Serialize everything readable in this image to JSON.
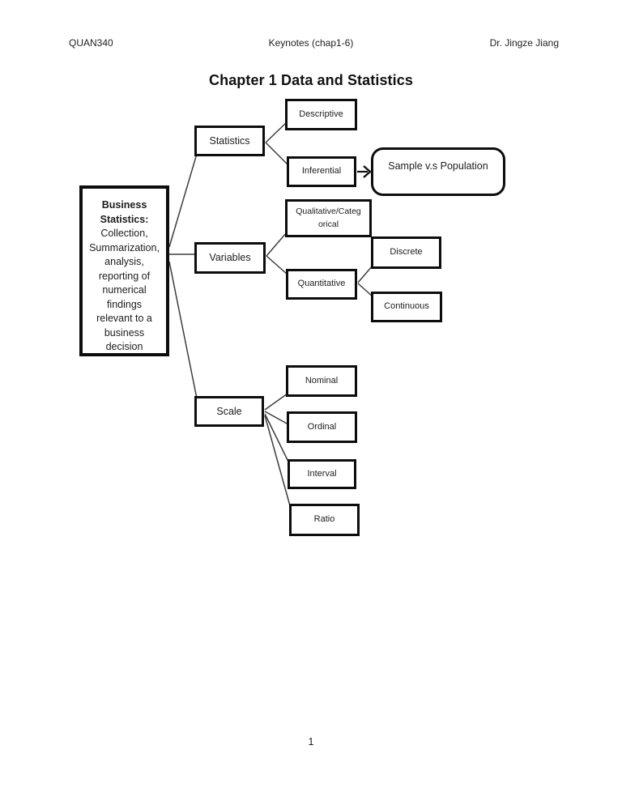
{
  "header": {
    "left": "QUAN340",
    "center": "Keynotes (chap1-6)",
    "right": "Dr. Jingze Jiang"
  },
  "title": "Chapter 1 Data and Statistics",
  "diagram": {
    "business": {
      "title": "Business\nStatistics:",
      "body": "Collection,\nSummarization,\nanalysis,\nreporting of\nnumerical\nfindings\nrelevant to a\nbusiness\ndecision"
    },
    "statistics": {
      "label": "Statistics"
    },
    "descriptive": {
      "label": "Descriptive"
    },
    "inferential": {
      "label": "Inferential"
    },
    "sample_population": {
      "label": "Sample v.s Population"
    },
    "variables": {
      "label": "Variables"
    },
    "qualitative": {
      "label": "Qualitative/Categ\norical"
    },
    "discrete": {
      "label": "Discrete"
    },
    "quantitative": {
      "label": "Quantitative"
    },
    "continuous": {
      "label": "Continuous"
    },
    "scale": {
      "label": "Scale"
    },
    "nominal": {
      "label": "Nominal"
    },
    "ordinal": {
      "label": "Ordinal"
    },
    "interval": {
      "label": "Interval"
    },
    "ratio": {
      "label": "Ratio"
    }
  },
  "page": {
    "number": "1"
  },
  "colors": {
    "ink": "#1a1a1a",
    "box_border": "#0d0d0d",
    "connector": "#3d3d3d",
    "page_bg": "#ffffff"
  }
}
